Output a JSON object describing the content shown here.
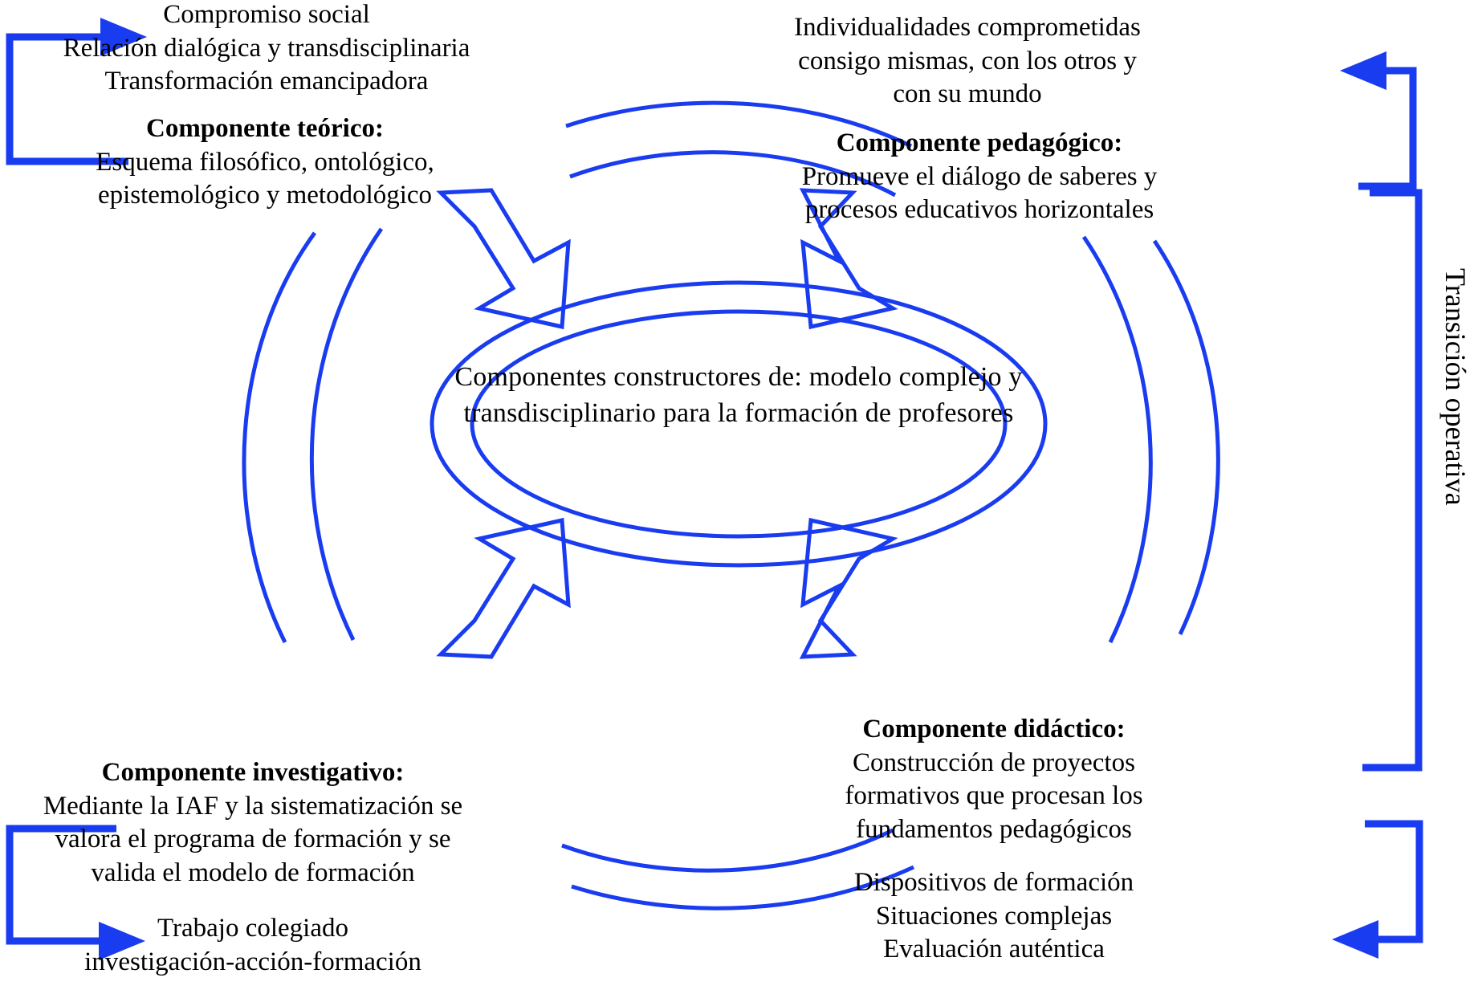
{
  "diagram": {
    "title": "Componentes constructores del modelo complejo y transdisciplinario para la formacion de profesores",
    "accent_color": "#1a3cf0",
    "text_color": "#000000",
    "center": {
      "lines": [
        "Componentes constructores",
        "de:  modelo   complejo y",
        "transdisciplinario para la",
        "formación de  profesores"
      ]
    },
    "top_left_note": {
      "lines": [
        "Compromiso social",
        "Relación dialógica y transdisciplinaria",
        "Transformación emancipadora"
      ]
    },
    "top_right_note": {
      "lines": [
        "Individualidades comprometidas",
        "consigo mismas, con los otros y",
        "con su mundo"
      ]
    },
    "bottom_left_note": {
      "lines": [
        "Trabajo colegiado",
        "investigación-acción-formación"
      ]
    },
    "bottom_right_note": {
      "lines": [
        "Dispositivos de formación",
        "Situaciones complejas",
        "Evaluación auténtica"
      ]
    },
    "components": {
      "teorico": {
        "heading": "Componente teórico:",
        "lines": [
          "Esquema filosófico, ontológico,",
          "epistemológico y metodológico"
        ]
      },
      "pedagogico": {
        "heading": "Componente pedagógico:",
        "lines": [
          "Promueve el diálogo de saberes y",
          "procesos educativos horizontales"
        ]
      },
      "investigativo": {
        "heading": "Componente investigativo:",
        "lines": [
          "Mediante la IAF y la sistematización se",
          "valora el programa de formación y se",
          "valida el modelo de formación"
        ]
      },
      "didactico": {
        "heading": "Componente didáctico:",
        "lines": [
          "Construcción de proyectos",
          "formativos que procesan los",
          "fundamentos pedagógicos"
        ]
      }
    },
    "side_label": {
      "text": "Transición  operativa"
    }
  }
}
